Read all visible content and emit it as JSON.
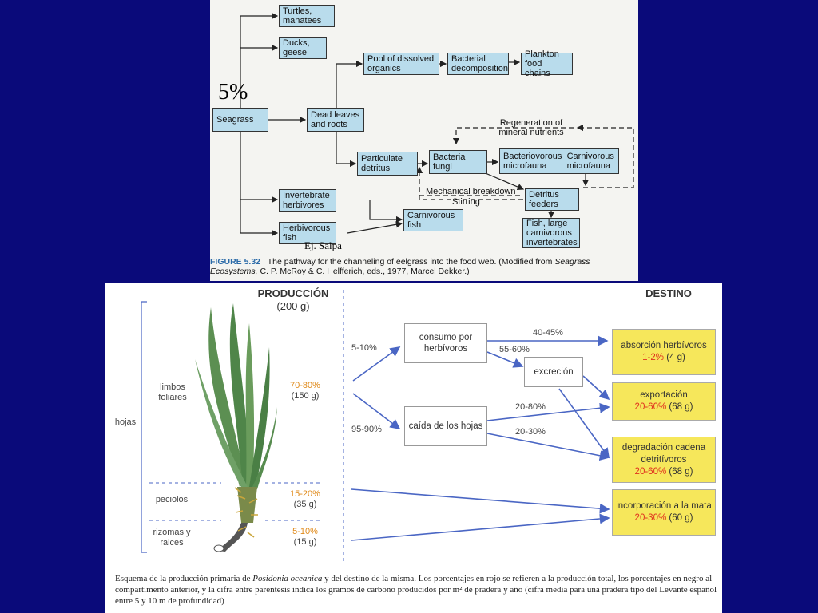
{
  "top_figure": {
    "boxes": {
      "turtles": "Turtles, manatees",
      "ducks": "Ducks, geese",
      "seagrass": "Seagrass",
      "dead_leaves": "Dead leaves and roots",
      "pool": "Pool of dissolved organics",
      "bacterial_decomp": "Bacterial decomposition",
      "plankton": "Plankton food chains",
      "particulate": "Particulate detritus",
      "bacteria_fungi": "Bacteria fungi",
      "bacterivorous": "Bacteriovorous microfauna",
      "carnivorous_micro": "Carnivorous microfauna",
      "detritus_feeders": "Detritus feeders",
      "invertebrate_herbivores": "Invertebrate herbivores",
      "herbivorous_fish": "Herbivorous fish",
      "carnivorous_fish": "Carnivorous fish",
      "fish_large": "Fish, large carnivorous invertebrates"
    },
    "labels": {
      "regeneration": "Regeneration of mineral nutrients",
      "mechanical": "Mechanical breakdown",
      "stirring": "Stirring"
    },
    "annotation_pct": "5%",
    "annotation_salpa": "Ej. Salpa",
    "caption": {
      "fig_num": "FIGURE 5.32",
      "text": "The pathway for the channeling of eelgrass into the food web. (Modified from",
      "source_italic": "Seagrass Ecosystems,",
      "source_rest": "C. P. McRoy & C. Helfferich, eds., 1977, Marcel Dekker.)"
    }
  },
  "bottom_diagram": {
    "header_production": "PRODUCCIÓN",
    "header_production_amount": "(200 g)",
    "header_destiny": "DESTINO",
    "left_labels": {
      "hojas": "hojas",
      "limbos": "limbos foliares",
      "peciolos": "peciolos",
      "rizomas": "rizomas y raices"
    },
    "production_values": [
      {
        "pct": "70-80%",
        "grams": "(150 g)"
      },
      {
        "pct": "15-20%",
        "grams": "(35 g)"
      },
      {
        "pct": "5-10%",
        "grams": "(15 g)"
      }
    ],
    "flow_labels": {
      "to_consumo": "5-10%",
      "to_caida": "95-90%",
      "consumo_to_absorcion": "40-45%",
      "consumo_to_excrecion": "55-60%",
      "caida_to_export": "20-80%",
      "caida_to_degrad": "20-30%"
    },
    "process_boxes": {
      "consumo": "consumo por herbívoros",
      "excrecion": "excreción",
      "caida": "caída de los hojas"
    },
    "destiny_boxes": [
      {
        "name": "absorción herbívoros",
        "pct": "1-2%",
        "grams": "(4 g)"
      },
      {
        "name": "exportación",
        "pct": "20-60%",
        "grams": "(68 g)"
      },
      {
        "name": "degradación cadena detritívoros",
        "pct": "20-60%",
        "grams": "(68 g)"
      },
      {
        "name": "incorporación a la mata",
        "pct": "20-30%",
        "grams": "(60 g)"
      }
    ],
    "caption": {
      "part1": "Esquema de la producción primaria de",
      "species": "Posidonia oceanica",
      "part2": "y del destino de la misma. Los porcentajes en rojo se refieren a la producción total, los porcentajes en negro al compartimento anterior, y la cifra entre paréntesis indica los gramos de carbono producidos por m² de pradera y año (cifra media para una pradera tipo del Levante español entre 5 y 10 m de profundidad)"
    }
  },
  "colors": {
    "background": "#0a0a7a",
    "top_box": "#b9dcec",
    "destiny_box": "#f6e75b",
    "arrow_blue": "#4a66c4",
    "red_pct": "#e0301e",
    "orange_pct": "#e08a1a"
  }
}
